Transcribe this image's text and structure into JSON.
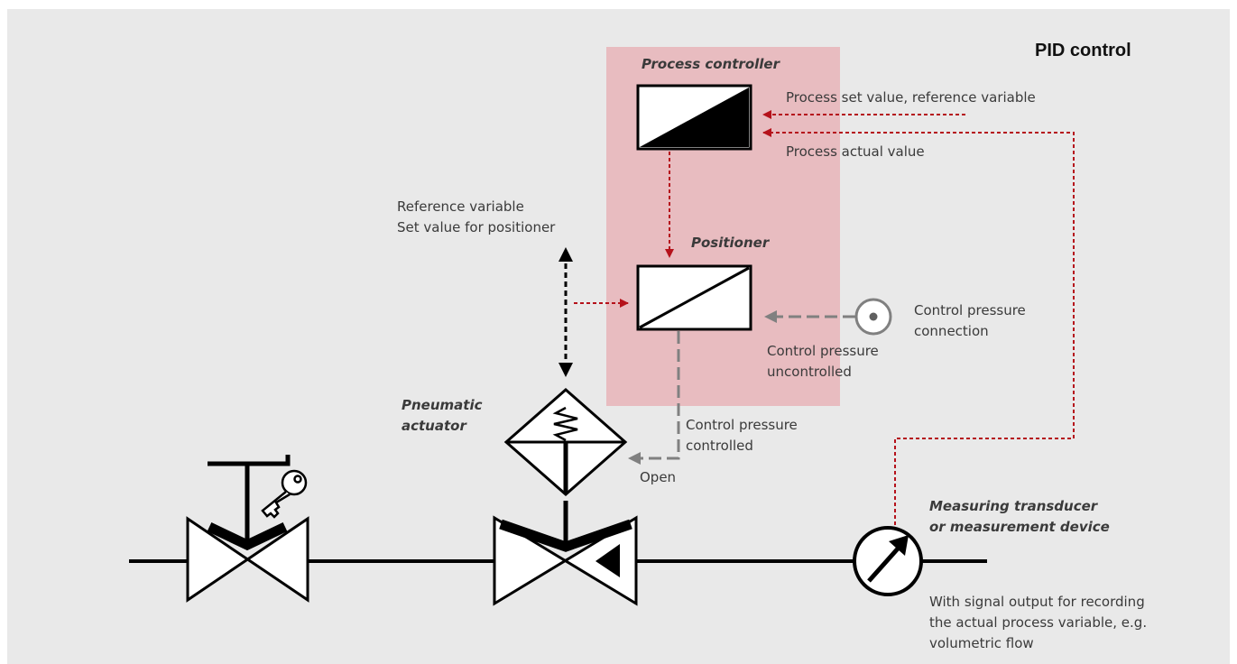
{
  "title": "PID control",
  "colors": {
    "background": "#e9e9e9",
    "controller_zone": "#e8bcc0",
    "signal_red": "#b5121b",
    "pressure_grey": "#808080",
    "line": "#000000"
  },
  "labels": {
    "process_controller": "Process controller",
    "positioner": "Positioner",
    "pneumatic_actuator": [
      "Pneumatic",
      "actuator"
    ],
    "measuring_device": [
      "Measuring transducer",
      "or measurement device"
    ],
    "set_value": "Process set value, reference variable",
    "actual_value": "Process actual value",
    "reference_variable": [
      "Reference variable",
      "Set value for positioner"
    ],
    "control_pressure_connection": [
      "Control pressure",
      "connection"
    ],
    "control_pressure_uncontrolled": [
      "Control pressure",
      "uncontrolled"
    ],
    "control_pressure_controlled": [
      "Control pressure",
      "controlled"
    ],
    "open": "Open",
    "signal_output": [
      "With signal output for recording",
      "the actual process variable, e.g.",
      "volumetric flow"
    ]
  },
  "icons": [
    "key-icon",
    "arrow-gauge-icon",
    "spring-icon",
    "target-connection-icon"
  ]
}
